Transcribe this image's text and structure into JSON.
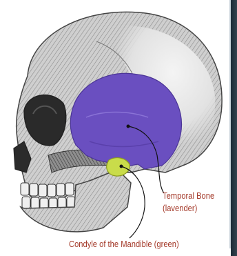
{
  "labels": {
    "temporal": {
      "name": "Temporal Bone",
      "note": "(lavender)"
    },
    "condyle": {
      "text": "Condyle of the Mandible (green)"
    }
  },
  "colors": {
    "temporal_bone": "#6a4fc0",
    "condyle": "#c9dc4a",
    "label_text": "#a43a2a",
    "frame": "#24323e"
  }
}
